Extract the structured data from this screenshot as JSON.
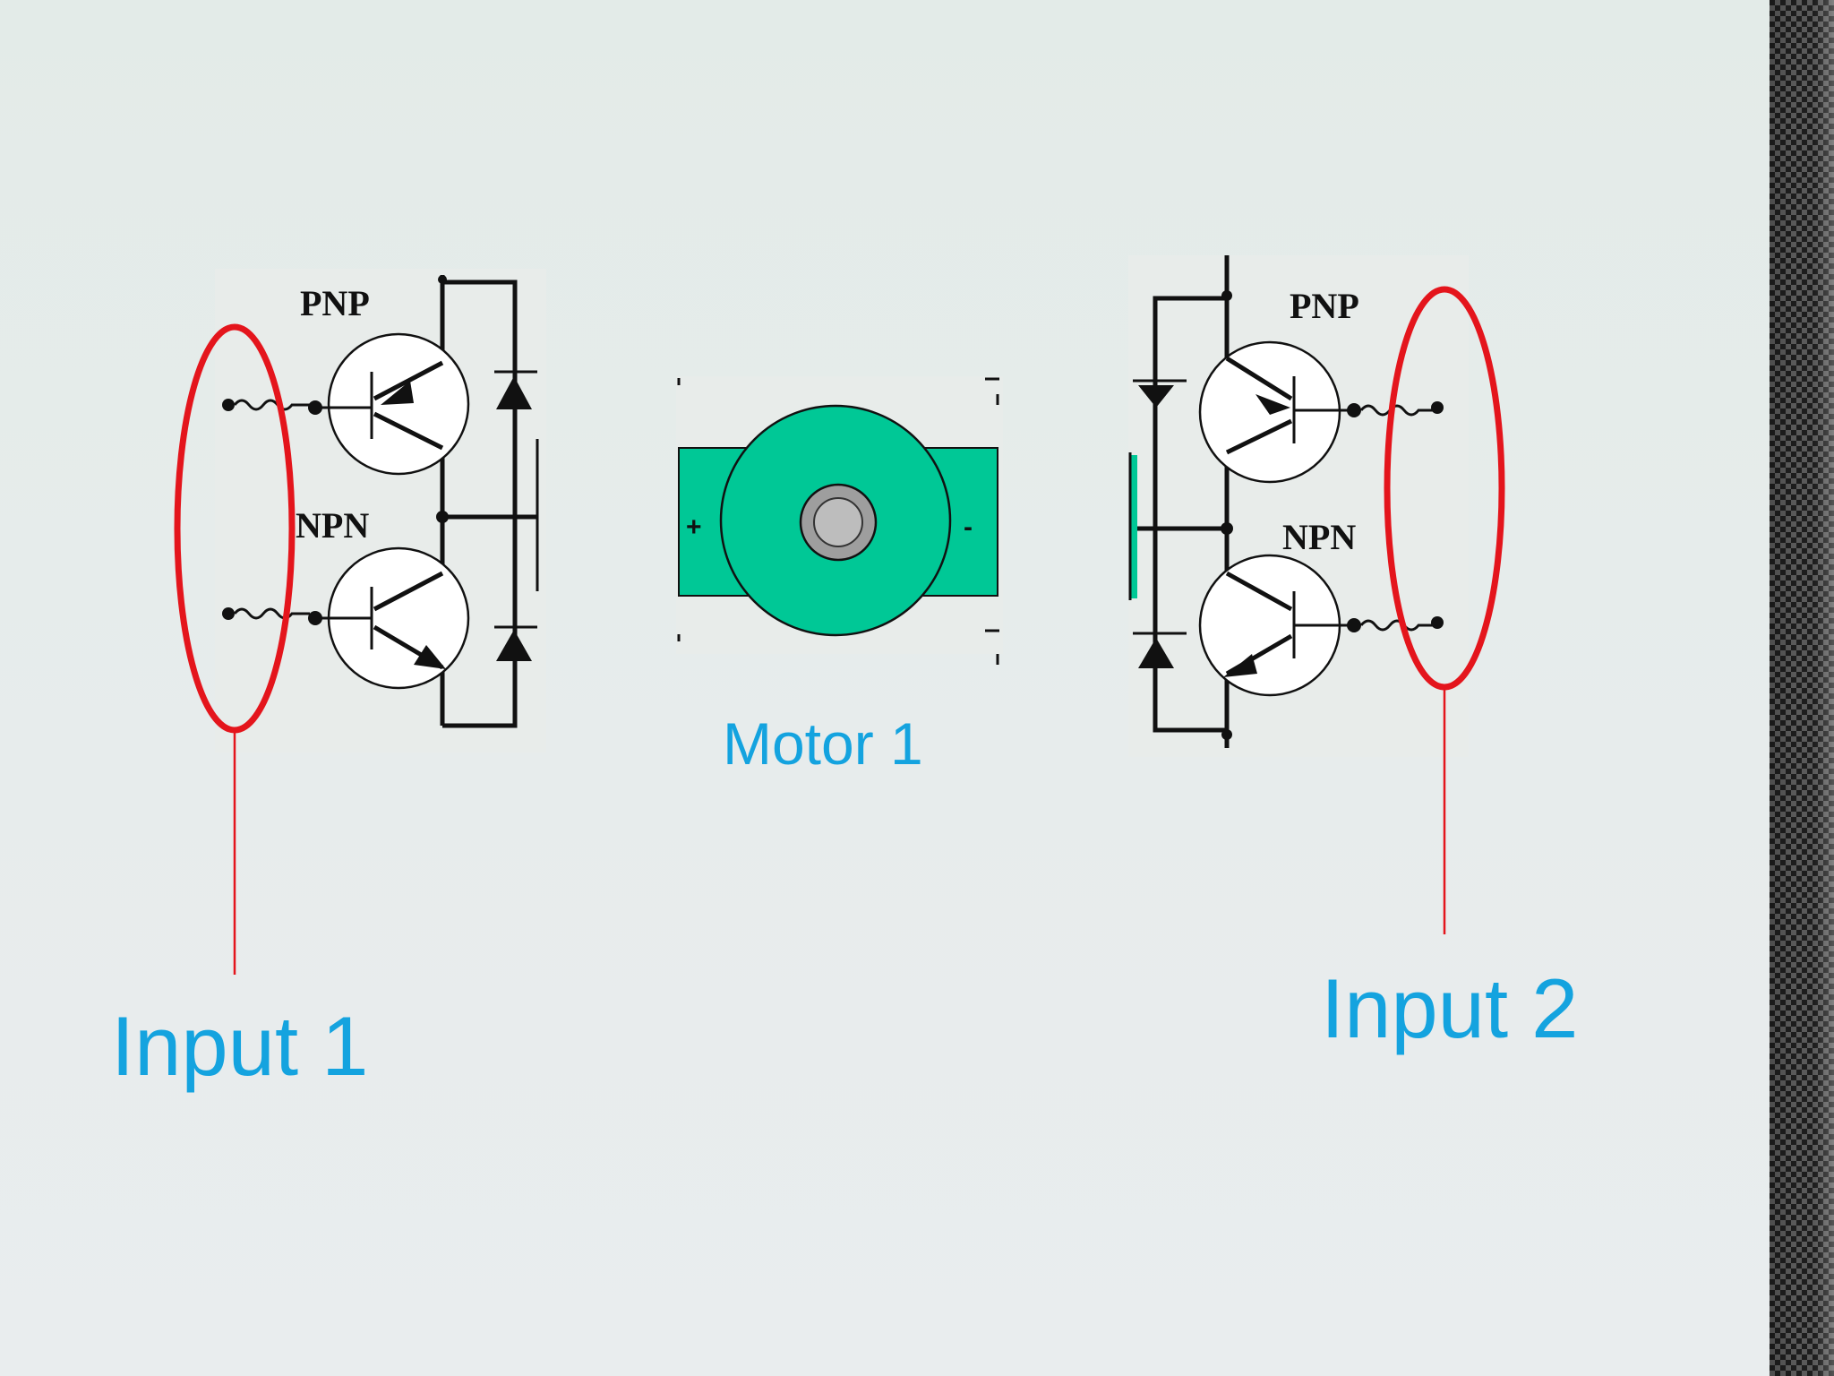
{
  "left_bridge": {
    "pnp_label": "PNP",
    "npn_label": "NPN"
  },
  "right_bridge": {
    "pnp_label": "PNP",
    "npn_label": "NPN"
  },
  "motor": {
    "label": "Motor 1",
    "plus_label": "+",
    "minus_label": "-",
    "color": "#00c896"
  },
  "inputs": [
    {
      "label": "Input 1"
    },
    {
      "label": "Input 2"
    }
  ],
  "colors": {
    "label_blue": "#14a3df",
    "highlight_red": "#e4151c"
  }
}
